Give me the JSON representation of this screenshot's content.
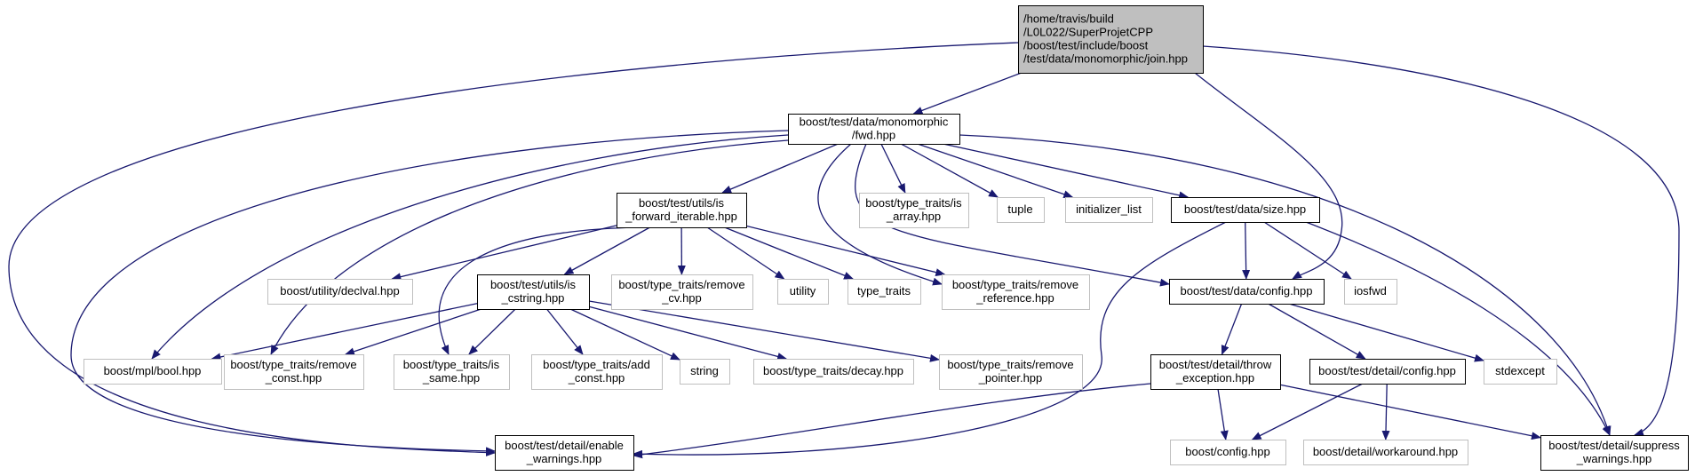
{
  "colors": {
    "edge": "#191970",
    "root_fill": "#bfbfbf",
    "root_stroke": "#000000",
    "expanded_stroke": "#000000",
    "leaf_stroke": "#bfbfbf",
    "text": "#000000"
  },
  "nodes": [
    {
      "id": "root",
      "lines": [
        "/home/travis/build",
        "/L0L022/SuperProjetCPP",
        "/boost/test/include/boost",
        "/test/data/monomorphic/join.hpp"
      ],
      "kind": "root"
    },
    {
      "id": "fwd",
      "lines": [
        "boost/test/data/monomorphic",
        "/fwd.hpp"
      ],
      "kind": "expanded"
    },
    {
      "id": "is_fwd_iter",
      "lines": [
        "boost/test/utils/is",
        "_forward_iterable.hpp"
      ],
      "kind": "expanded"
    },
    {
      "id": "tt_is_array",
      "lines": [
        "boost/type_traits/is",
        "_array.hpp"
      ],
      "kind": "leaf"
    },
    {
      "id": "tuple",
      "lines": [
        "tuple"
      ],
      "kind": "leaf"
    },
    {
      "id": "init_list",
      "lines": [
        "initializer_list"
      ],
      "kind": "leaf"
    },
    {
      "id": "size",
      "lines": [
        "boost/test/data/size.hpp"
      ],
      "kind": "expanded"
    },
    {
      "id": "declval",
      "lines": [
        "boost/utility/declval.hpp"
      ],
      "kind": "leaf"
    },
    {
      "id": "is_cstring",
      "lines": [
        "boost/test/utils/is",
        "_cstring.hpp"
      ],
      "kind": "expanded"
    },
    {
      "id": "remove_cv",
      "lines": [
        "boost/type_traits/remove",
        "_cv.hpp"
      ],
      "kind": "leaf"
    },
    {
      "id": "utility",
      "lines": [
        "utility"
      ],
      "kind": "leaf"
    },
    {
      "id": "type_traits",
      "lines": [
        "type_traits"
      ],
      "kind": "leaf"
    },
    {
      "id": "remove_ref",
      "lines": [
        "boost/type_traits/remove",
        "_reference.hpp"
      ],
      "kind": "leaf"
    },
    {
      "id": "data_config",
      "lines": [
        "boost/test/data/config.hpp"
      ],
      "kind": "expanded"
    },
    {
      "id": "iosfwd",
      "lines": [
        "iosfwd"
      ],
      "kind": "leaf"
    },
    {
      "id": "mpl_bool",
      "lines": [
        "boost/mpl/bool.hpp"
      ],
      "kind": "leaf"
    },
    {
      "id": "remove_const",
      "lines": [
        "boost/type_traits/remove",
        "_const.hpp"
      ],
      "kind": "leaf"
    },
    {
      "id": "is_same",
      "lines": [
        "boost/type_traits/is",
        "_same.hpp"
      ],
      "kind": "leaf"
    },
    {
      "id": "add_const",
      "lines": [
        "boost/type_traits/add",
        "_const.hpp"
      ],
      "kind": "leaf"
    },
    {
      "id": "string",
      "lines": [
        "string"
      ],
      "kind": "leaf"
    },
    {
      "id": "decay",
      "lines": [
        "boost/type_traits/decay.hpp"
      ],
      "kind": "leaf"
    },
    {
      "id": "remove_ptr",
      "lines": [
        "boost/type_traits/remove",
        "_pointer.hpp"
      ],
      "kind": "leaf"
    },
    {
      "id": "throw_exc",
      "lines": [
        "boost/test/detail/throw",
        "_exception.hpp"
      ],
      "kind": "expanded"
    },
    {
      "id": "detail_config",
      "lines": [
        "boost/test/detail/config.hpp"
      ],
      "kind": "expanded"
    },
    {
      "id": "stdexcept",
      "lines": [
        "stdexcept"
      ],
      "kind": "leaf"
    },
    {
      "id": "enable_warn",
      "lines": [
        "boost/test/detail/enable",
        "_warnings.hpp"
      ],
      "kind": "expanded"
    },
    {
      "id": "boost_config",
      "lines": [
        "boost/config.hpp"
      ],
      "kind": "leaf"
    },
    {
      "id": "workaround",
      "lines": [
        "boost/detail/workaround.hpp"
      ],
      "kind": "leaf"
    },
    {
      "id": "suppress_warn",
      "lines": [
        "boost/test/detail/suppress",
        "_warnings.hpp"
      ],
      "kind": "expanded"
    }
  ],
  "edges": [
    {
      "from": "root",
      "to": "fwd"
    },
    {
      "from": "root",
      "to": "enable_warn"
    },
    {
      "from": "root",
      "to": "data_config"
    },
    {
      "from": "root",
      "to": "suppress_warn"
    },
    {
      "from": "fwd",
      "to": "is_fwd_iter"
    },
    {
      "from": "fwd",
      "to": "tt_is_array"
    },
    {
      "from": "fwd",
      "to": "tuple"
    },
    {
      "from": "fwd",
      "to": "init_list"
    },
    {
      "from": "fwd",
      "to": "size"
    },
    {
      "from": "fwd",
      "to": "mpl_bool"
    },
    {
      "from": "fwd",
      "to": "remove_const"
    },
    {
      "from": "fwd",
      "to": "remove_ref"
    },
    {
      "from": "fwd",
      "to": "data_config"
    },
    {
      "from": "fwd",
      "to": "enable_warn"
    },
    {
      "from": "fwd",
      "to": "suppress_warn"
    },
    {
      "from": "is_fwd_iter",
      "to": "declval"
    },
    {
      "from": "is_fwd_iter",
      "to": "is_cstring"
    },
    {
      "from": "is_fwd_iter",
      "to": "remove_cv"
    },
    {
      "from": "is_fwd_iter",
      "to": "utility"
    },
    {
      "from": "is_fwd_iter",
      "to": "type_traits"
    },
    {
      "from": "is_fwd_iter",
      "to": "remove_ref"
    },
    {
      "from": "is_fwd_iter",
      "to": "is_same"
    },
    {
      "from": "size",
      "to": "data_config"
    },
    {
      "from": "size",
      "to": "iosfwd"
    },
    {
      "from": "size",
      "to": "enable_warn"
    },
    {
      "from": "size",
      "to": "suppress_warn"
    },
    {
      "from": "is_cstring",
      "to": "mpl_bool"
    },
    {
      "from": "is_cstring",
      "to": "remove_const"
    },
    {
      "from": "is_cstring",
      "to": "is_same"
    },
    {
      "from": "is_cstring",
      "to": "add_const"
    },
    {
      "from": "is_cstring",
      "to": "string"
    },
    {
      "from": "is_cstring",
      "to": "decay"
    },
    {
      "from": "is_cstring",
      "to": "remove_ptr"
    },
    {
      "from": "data_config",
      "to": "throw_exc"
    },
    {
      "from": "data_config",
      "to": "detail_config"
    },
    {
      "from": "data_config",
      "to": "stdexcept"
    },
    {
      "from": "throw_exc",
      "to": "enable_warn"
    },
    {
      "from": "throw_exc",
      "to": "boost_config"
    },
    {
      "from": "throw_exc",
      "to": "suppress_warn"
    },
    {
      "from": "detail_config",
      "to": "boost_config"
    },
    {
      "from": "detail_config",
      "to": "workaround"
    }
  ]
}
